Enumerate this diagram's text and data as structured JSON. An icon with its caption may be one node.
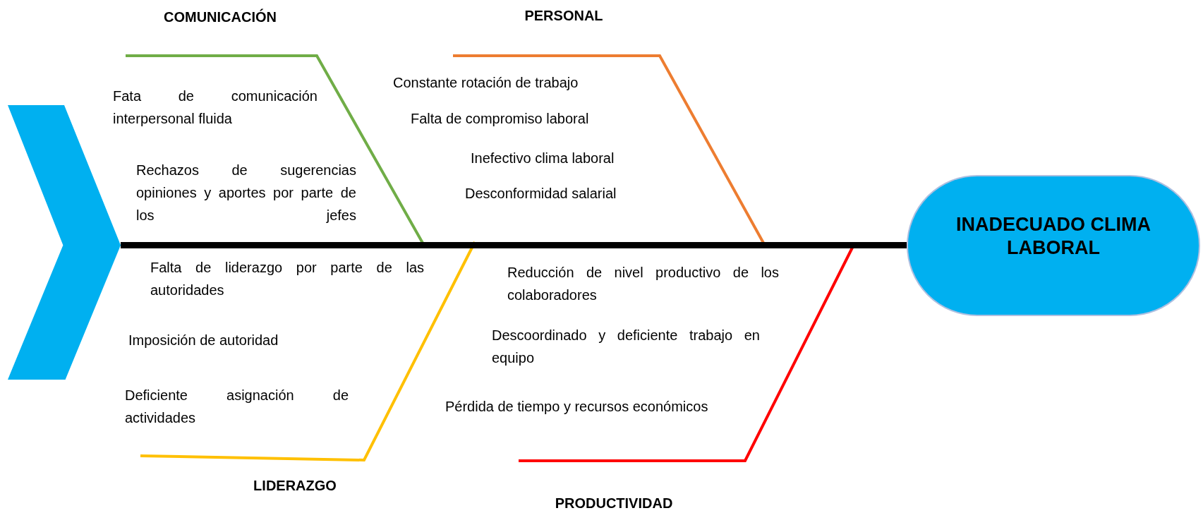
{
  "diagram": {
    "nodes": [
      {
        "text": [],
        "shape": "chevron"
      },
      {
        "text": [
          "INADECUADO CLIMA LABORAL"
        ]
      }
    ],
    "edges": [
      {
        "from": 0,
        "to": 1,
        "arrow": "none"
      }
    ],
    "labels": [
      "COMUNICACIÓN",
      "PERSONAL",
      "Fata de comunicación interpersonal fluida",
      "Rechazos de sugerencias opiniones y aportes por parte de los jefes",
      "Constante rotación de trabajo",
      "Falta de compromiso laboral",
      "Inefectivo clima laboral",
      "Desconformidad salarial",
      "Falta de liderazgo por parte de las autoridades",
      "Imposición de autoridad",
      "Deficiente asignación de actividades",
      "Reducción de nivel productivo de los colaboradores",
      "Descoordinado y deficiente trabajo en equipo",
      "Pérdida de tiempo y recursos económicos",
      "LIDERAZGO",
      "PRODUCTIVIDAD"
    ]
  }
}
